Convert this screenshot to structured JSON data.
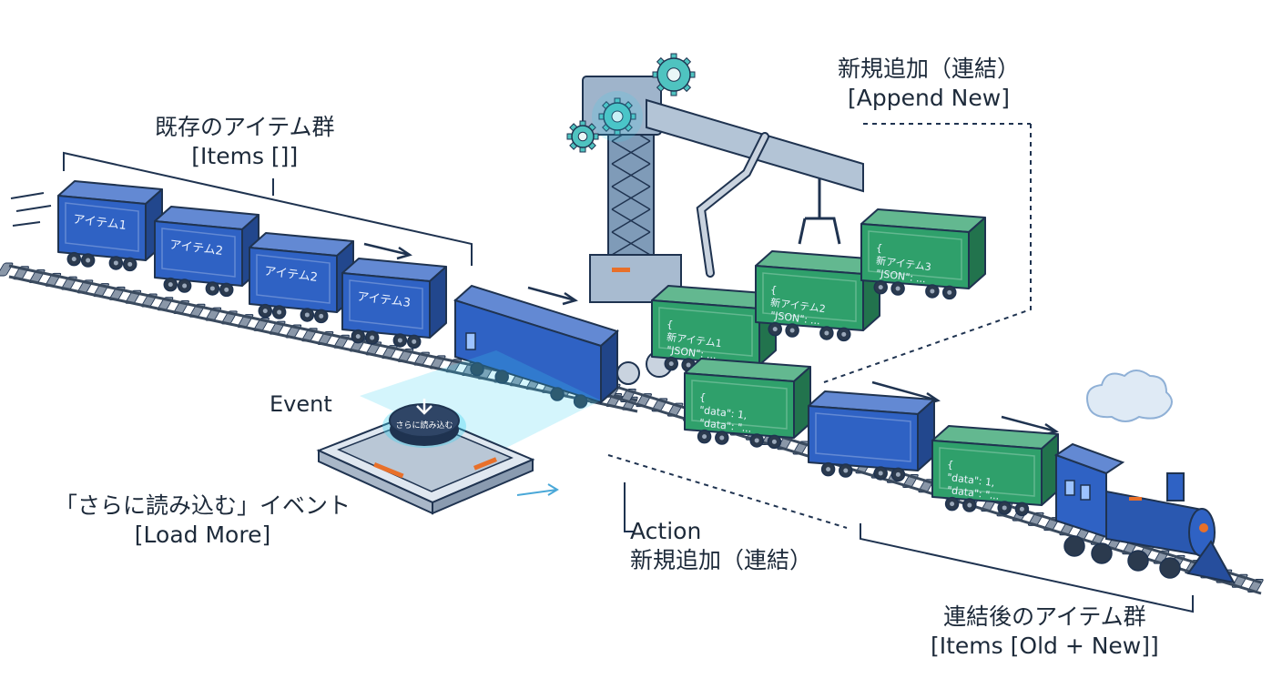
{
  "labels": {
    "existing": {
      "title": "既存のアイテム群",
      "code": "[Items []]"
    },
    "append": {
      "title": "新規追加（連結）",
      "code": "[Append New]"
    },
    "event_tag": "Event",
    "load_more": {
      "title": "「さらに読み込む」イベント",
      "code": "[Load More]"
    },
    "action": {
      "title": "Action",
      "sub": "新規追加（連結）"
    },
    "merged": {
      "title": "連結後のアイテム群",
      "code": "[Items [Old + New]]"
    }
  },
  "existing_cars": [
    "アイテム1",
    "アイテム2",
    "アイテム2",
    "アイテム3"
  ],
  "new_cars": [
    {
      "name": "新アイテム1",
      "code": "\"JSON\": ..."
    },
    {
      "name": "新アイテム2",
      "code": "\"JSON\": ..."
    },
    {
      "name": "新アイテム3",
      "code": "\"JSON\": ..."
    }
  ],
  "merged_cars": [
    {
      "line1": "{",
      "line2": "\"data\": 1,",
      "line3": "\"data\": \"..."
    },
    {
      "line1": "",
      "line2": "",
      "line3": ""
    },
    {
      "line1": "{",
      "line2": "\"data\": 1,",
      "line3": "\"data\": \"..."
    }
  ],
  "button_label": "さらに読み込む",
  "colors": {
    "existing": "#2f62c4",
    "new": "#2fa06b",
    "outline": "#1f3350",
    "rail": "#3a4a5e",
    "glow": "#39d3f0",
    "accent": "#e8702a",
    "crane": "#7f9bb8"
  }
}
